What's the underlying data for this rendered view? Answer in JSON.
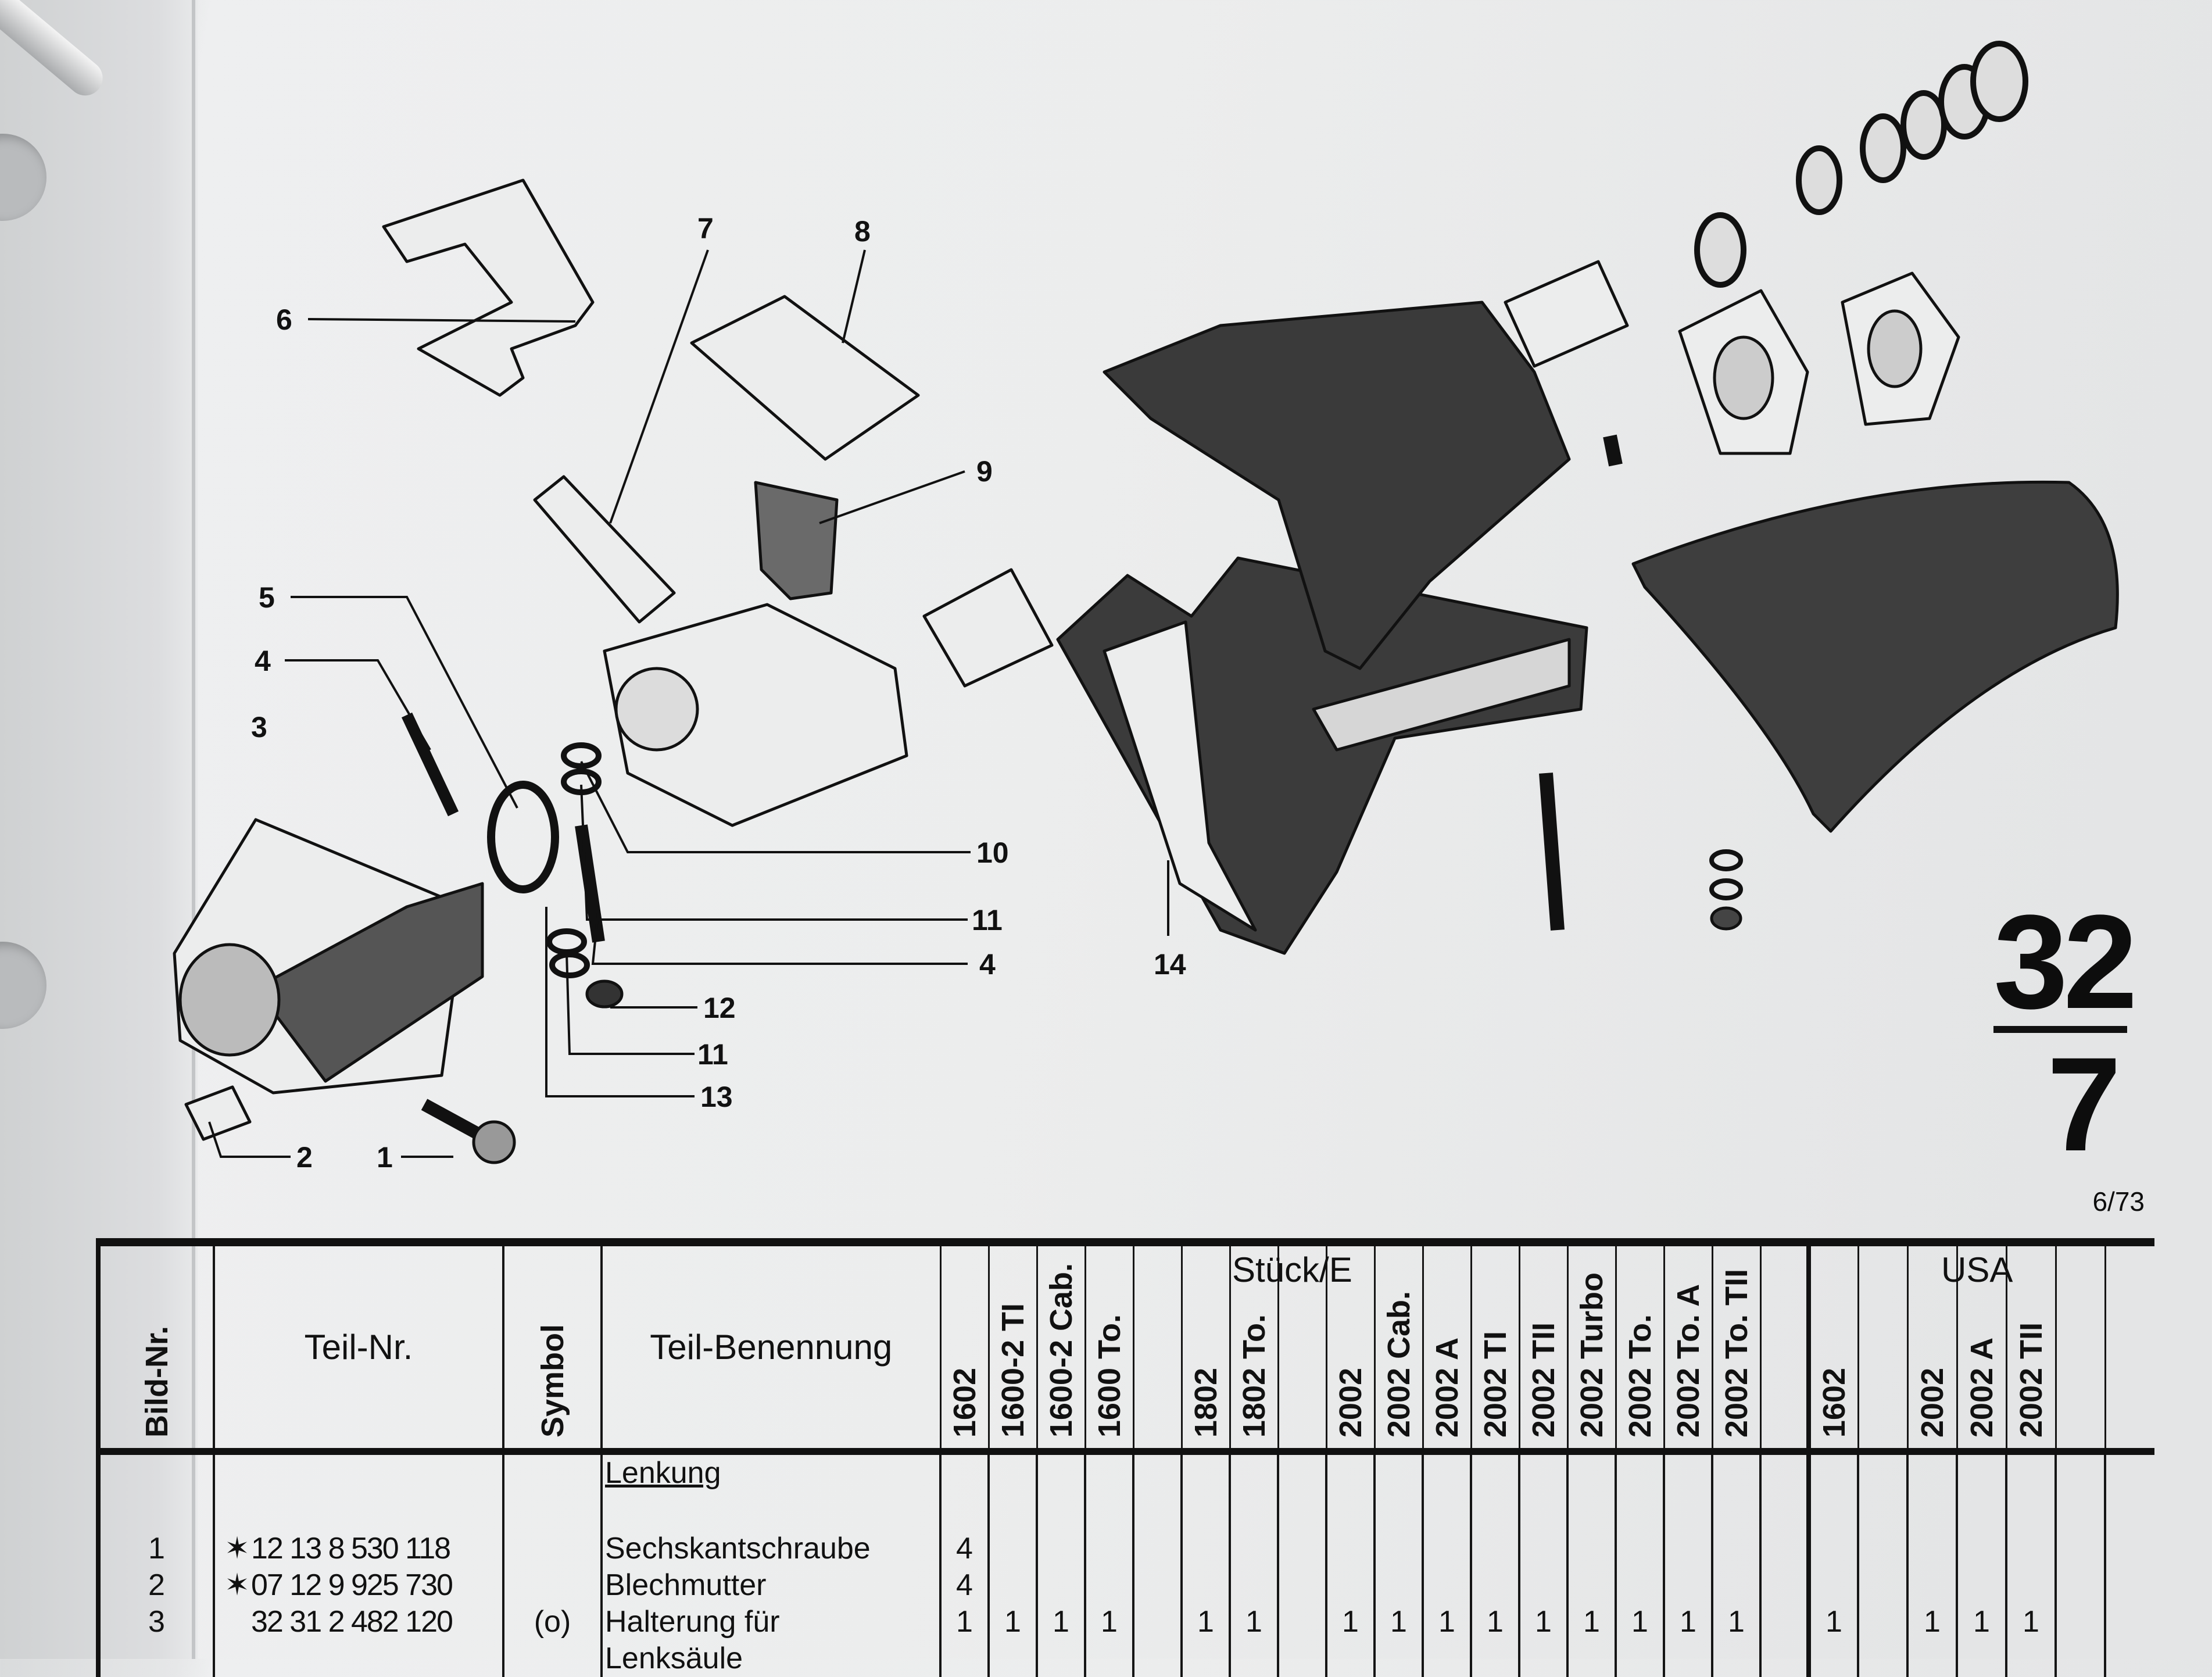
{
  "section_number": "32",
  "page_number": "7",
  "date_code": "6/73",
  "callouts": [
    "6",
    "7",
    "8",
    "9",
    "5",
    "4",
    "3",
    "10",
    "11",
    "4",
    "14",
    "12",
    "11",
    "13",
    "2",
    "1"
  ],
  "table": {
    "headers": {
      "bild_nr": "Bild-Nr.",
      "teil_nr": "Teil-Nr.",
      "symbol": "Symbol",
      "benennung": "Teil-Benennung",
      "group_stueck": "Stück/E",
      "group_usa": "USA"
    },
    "models_stueck": [
      "1602",
      "1600-2 TI",
      "1600-2 Cab.",
      "1600 To.",
      "",
      "1802",
      "1802 To.",
      "",
      "2002",
      "2002 Cab.",
      "2002 A",
      "2002 TI",
      "2002 TII",
      "2002 Turbo",
      "2002 To.",
      "2002 To. A",
      "2002 To. TII",
      ""
    ],
    "models_usa": [
      "1602",
      "",
      "2002",
      "2002 A",
      "2002 TII",
      "",
      ""
    ],
    "group_heading": "Lenkung",
    "rows": [
      {
        "bild": "1",
        "star": "✶",
        "teil_nr": "12 13 8 530 118",
        "symbol": "",
        "name": [
          "Sechskantschraube"
        ],
        "qty_stueck": [
          "4",
          "",
          "",
          "",
          "",
          "",
          "",
          "",
          "",
          "",
          "",
          "",
          "",
          "",
          "",
          "",
          "",
          ""
        ],
        "qty_usa": [
          "",
          "",
          "",
          "",
          "",
          "",
          ""
        ]
      },
      {
        "bild": "2",
        "star": "✶",
        "teil_nr": "07 12 9 925 730",
        "symbol": "",
        "name": [
          "Blechmutter"
        ],
        "qty_stueck": [
          "4",
          "",
          "",
          "",
          "",
          "",
          "",
          "",
          "",
          "",
          "",
          "",
          "",
          "",
          "",
          "",
          "",
          ""
        ],
        "qty_usa": [
          "",
          "",
          "",
          "",
          "",
          "",
          ""
        ]
      },
      {
        "bild": "3",
        "star": "",
        "teil_nr": "32 31 2 482 120",
        "symbol": "(o)",
        "name": [
          "Halterung für",
          "Lenksäule"
        ],
        "qty_stueck": [
          "1",
          "1",
          "1",
          "1",
          "",
          "1",
          "1",
          "",
          "1",
          "1",
          "1",
          "1",
          "1",
          "1",
          "1",
          "1",
          "1",
          ""
        ],
        "qty_usa": [
          "1",
          "",
          "1",
          "1",
          "1",
          "",
          ""
        ]
      }
    ]
  }
}
